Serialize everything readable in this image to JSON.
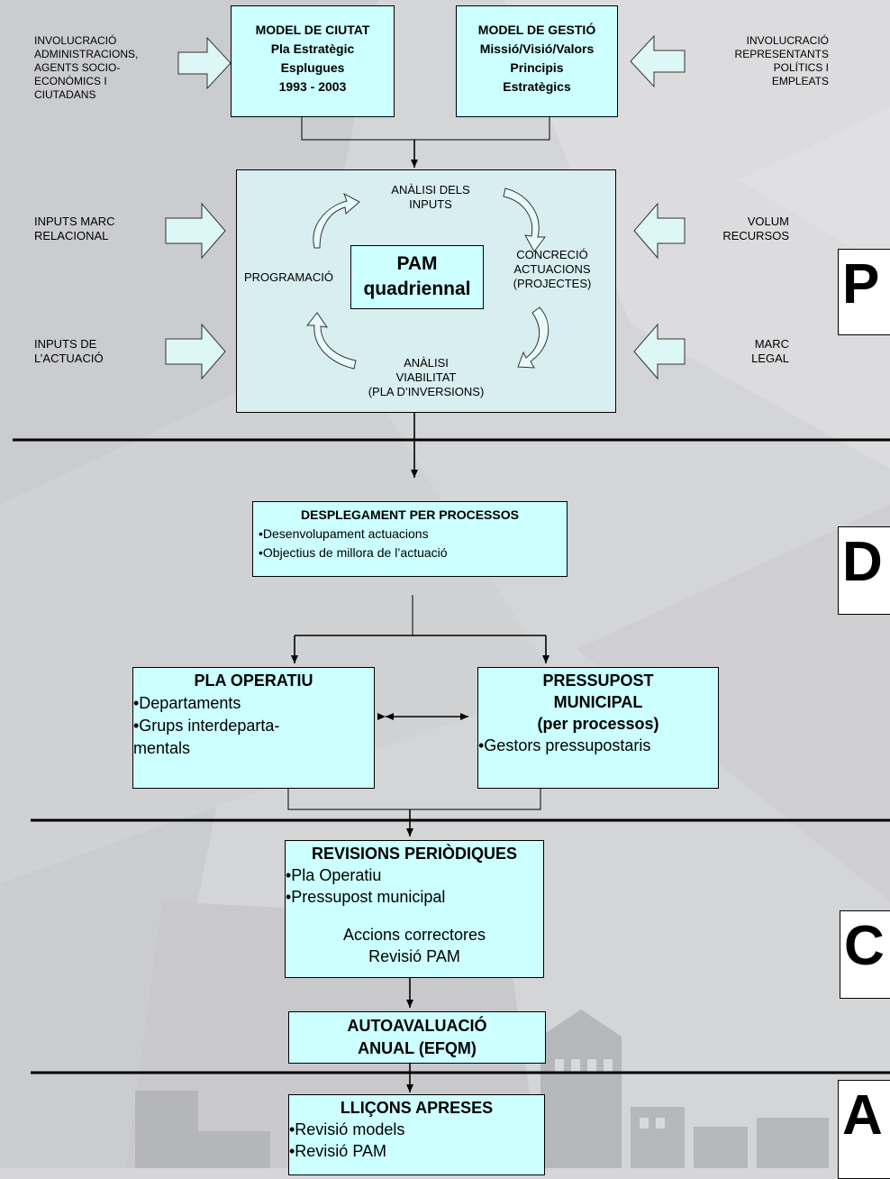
{
  "top": {
    "model_ciutat": [
      "MODEL DE CIUTAT",
      "Pla Estratègic",
      "Esplugues",
      "1993 - 2003"
    ],
    "model_gestio": [
      "MODEL DE GESTIÓ",
      "Missió/Visió/Valors",
      "Principis",
      "Estratègics"
    ],
    "left_label": "INVOLUCRACIÓ\nADMINISTRACIONS,\nAGENTS SOCIO-\nECONÒMICS I\nCIUTADANS",
    "right_label": "INVOLUCRACIÓ\nREPRESENTANTS\nPOLÍTICS I\nEMPLEATS"
  },
  "pam": {
    "title_1": "PAM",
    "title_2": "quadriennal",
    "cycle": {
      "analisi_inputs": "ANÀLISI DELS\nINPUTS",
      "concrecio": "CONCRECIÓ\nACTUACIONS\n(PROJECTES)",
      "viabilitat": "ANÀLISI\nVIABILITAT\n(PLA D’INVERSIONS)",
      "programacio": "PROGRAMACIÓ"
    },
    "inputs_marc": "INPUTS MARC\nRELACIONAL",
    "inputs_actuacio": "INPUTS DE\nL’ACTUACIÓ",
    "volum_recursos": "VOLUM\nRECURSOS",
    "marc_legal": "MARC\nLEGAL"
  },
  "desplegament": {
    "title": "DESPLEGAMENT PER PROCESSOS",
    "items": [
      "•Desenvolupament actuacions",
      "•Objectius de millora de l’actuació"
    ]
  },
  "pla_operatiu": {
    "title": "PLA OPERATIU",
    "items": [
      "•Departaments",
      "•Grups interdeparta-",
      "mentals"
    ]
  },
  "pressupost": {
    "title": [
      "PRESSUPOST",
      "MUNICIPAL",
      "(per processos)"
    ],
    "items": [
      "•Gestors pressupostaris"
    ]
  },
  "revisions": {
    "title": "REVISIONS PERIÒDIQUES",
    "items": [
      "•Pla Operatiu",
      "•Pressupost municipal"
    ],
    "after": [
      "Accions correctores",
      "Revisió PAM"
    ]
  },
  "autoavaluacio": [
    "AUTOAVALUACIÓ",
    "ANUAL (EFQM)"
  ],
  "llicons": {
    "title": "LLIÇONS APRESES",
    "items": [
      "•Revisió models",
      "•Revisió PAM"
    ]
  },
  "phases": [
    "P",
    "D",
    "C",
    "A"
  ],
  "colors": {
    "box_fill": "#ccffff",
    "pam_panel": "#d8eef0",
    "arrow_fill": "#ddf6f6",
    "background": "#d6d6d8"
  }
}
